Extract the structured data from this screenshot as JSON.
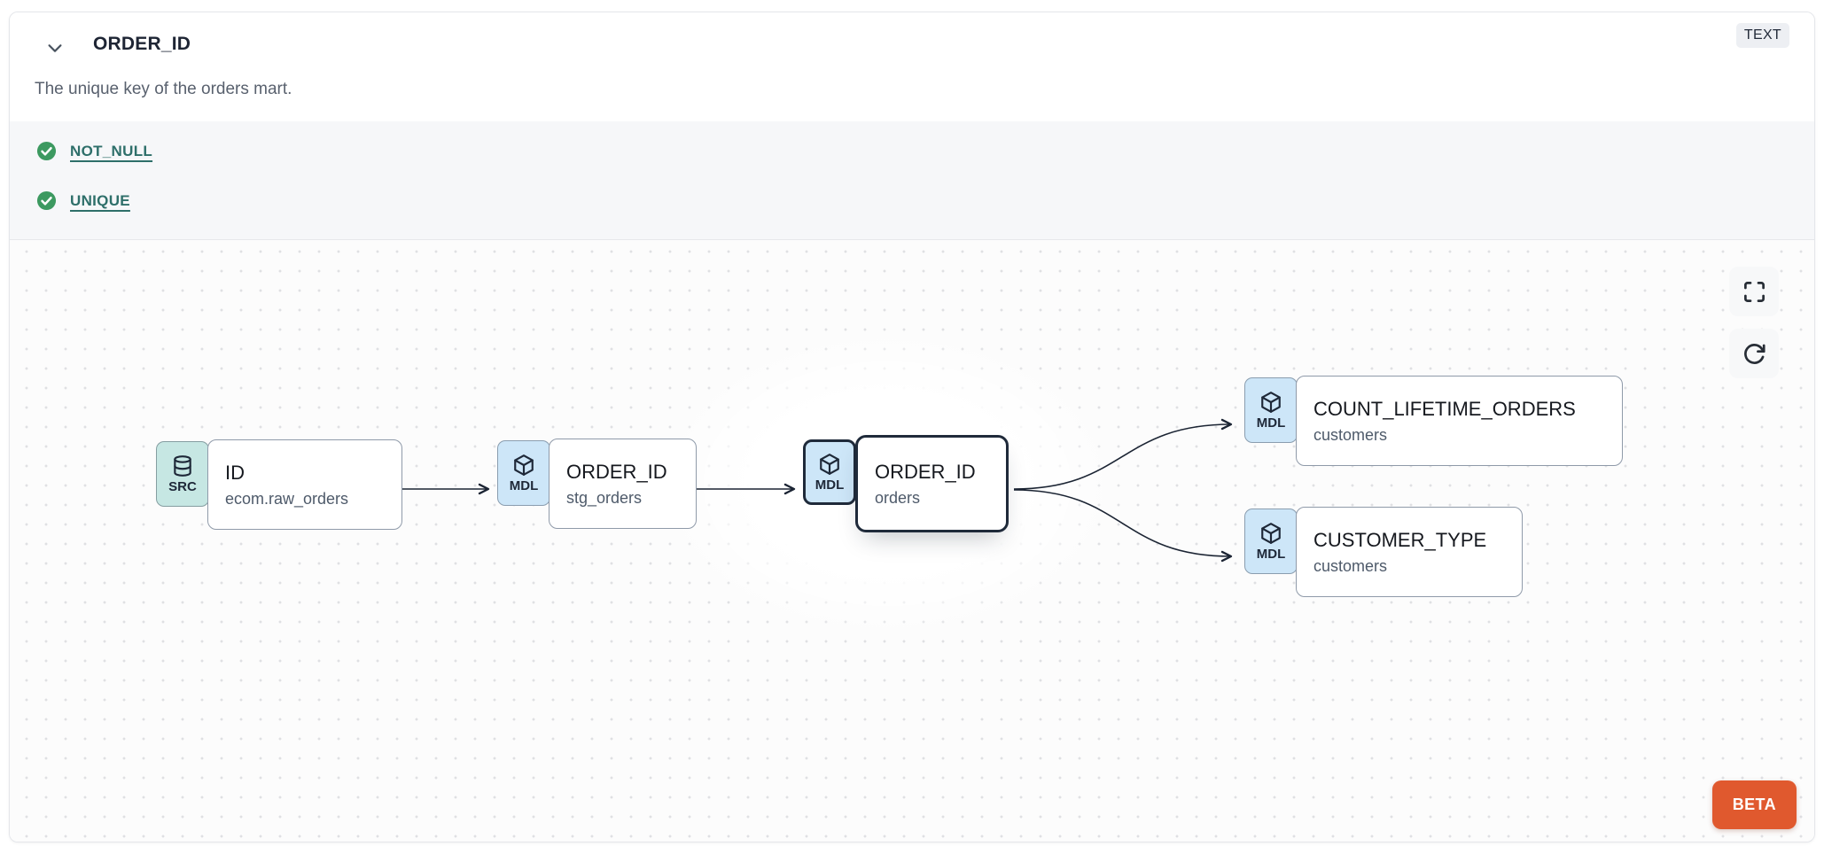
{
  "header": {
    "title": "ORDER_ID",
    "type_badge": "TEXT",
    "description": "The unique key of the orders mart."
  },
  "tests": {
    "items": [
      {
        "label": "NOT_NULL",
        "status": "pass"
      },
      {
        "label": "UNIQUE",
        "status": "pass"
      }
    ]
  },
  "lineage": {
    "nodes": [
      {
        "badge": "SRC",
        "icon": "database-icon",
        "title": "ID",
        "subtitle": "ecom.raw_orders",
        "selected": false
      },
      {
        "badge": "MDL",
        "icon": "cube-icon",
        "title": "ORDER_ID",
        "subtitle": "stg_orders",
        "selected": false
      },
      {
        "badge": "MDL",
        "icon": "cube-icon",
        "title": "ORDER_ID",
        "subtitle": "orders",
        "selected": true
      },
      {
        "badge": "MDL",
        "icon": "cube-icon",
        "title": "COUNT_LIFETIME_ORDERS",
        "subtitle": "customers",
        "selected": false
      },
      {
        "badge": "MDL",
        "icon": "cube-icon",
        "title": "CUSTOMER_TYPE",
        "subtitle": "customers",
        "selected": false
      }
    ],
    "edges": [
      [
        0,
        1
      ],
      [
        1,
        2
      ],
      [
        2,
        3
      ],
      [
        2,
        4
      ]
    ]
  },
  "canvas": {
    "beta_label": "BETA"
  },
  "colors": {
    "badge_src_bg": "#c6e7e3",
    "badge_mdl_bg": "#cde6f8",
    "selected_outline": "#1f2a3a",
    "edge": "#1b2433",
    "test_link": "#2e6f6a",
    "test_pass_green": "#3c9960",
    "beta_orange": "#e0592e",
    "type_badge_bg": "#edeff3"
  }
}
